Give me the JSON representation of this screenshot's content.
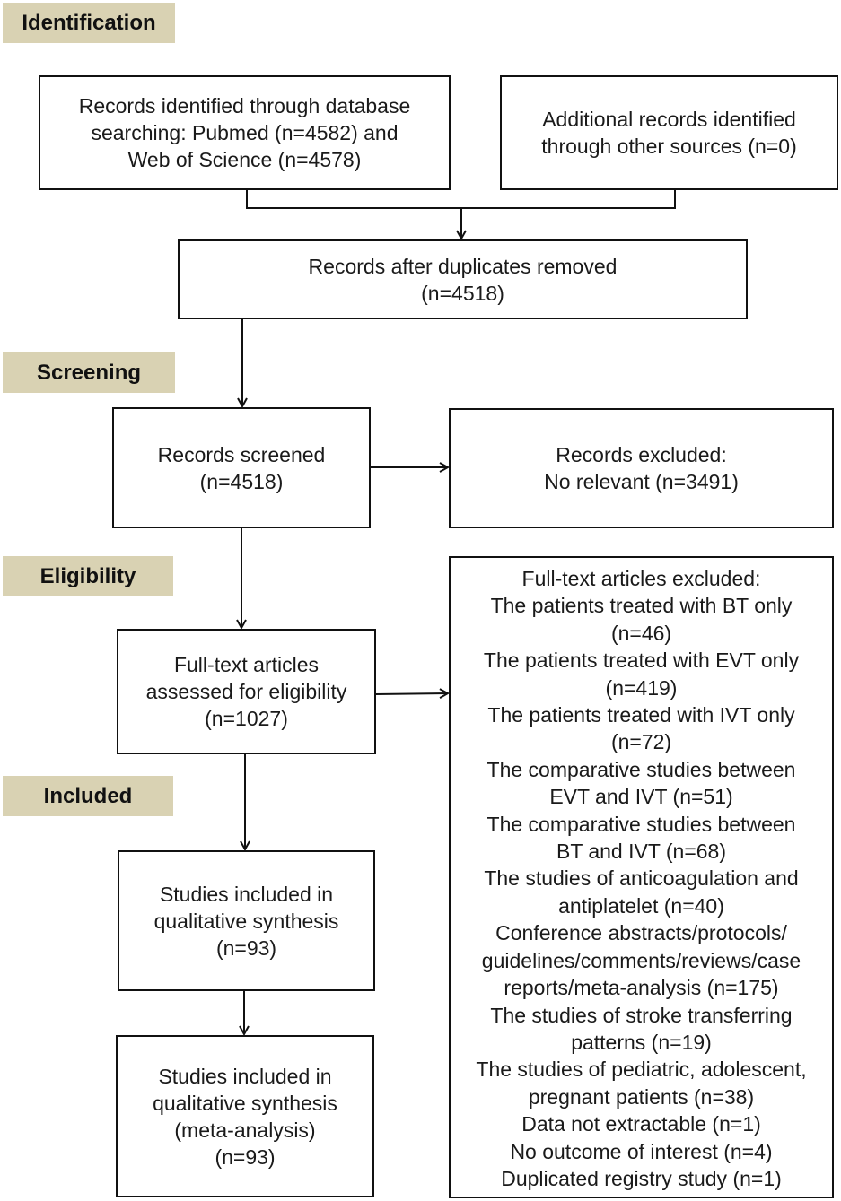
{
  "stages": {
    "identification": "Identification",
    "screening": "Screening",
    "eligibility": "Eligibility",
    "included": "Included"
  },
  "boxes": {
    "records_identified": [
      "Records identified through database",
      "searching: Pubmed (n=4582) and",
      "Web of Science (n=4578)"
    ],
    "additional_records": [
      "Additional records identified",
      "through other sources (n=0)"
    ],
    "after_duplicates": [
      "Records after duplicates removed",
      "(n=4518)"
    ],
    "records_screened": [
      "Records screened",
      "(n=4518)"
    ],
    "records_excluded": [
      "Records excluded:",
      "No relevant (n=3491)"
    ],
    "fulltext_assessed": [
      "Full-text articles",
      "assessed for eligibility",
      "(n=1027)"
    ],
    "fulltext_excluded": [
      "Full-text articles excluded:",
      "The patients treated with BT only",
      "(n=46)",
      "The patients treated with EVT only",
      "(n=419)",
      "The patients treated with IVT only",
      "(n=72)",
      "The comparative studies between",
      "EVT and IVT (n=51)",
      "The comparative studies between",
      "BT and IVT (n=68)",
      "The studies of anticoagulation and",
      "antiplatelet (n=40)",
      "Conference abstracts/protocols/",
      "guidelines/comments/reviews/case",
      "reports/meta-analysis (n=175)",
      "The studies of stroke transferring",
      "patterns (n=19)",
      "The studies of pediatric, adolescent,",
      "pregnant patients (n=38)",
      "Data not extractable (n=1)",
      "No outcome of interest (n=4)",
      "Duplicated registry study (n=1)"
    ],
    "qualitative": [
      "Studies included in",
      "qualitative synthesis",
      "(n=93)"
    ],
    "meta_analysis": [
      "Studies included in",
      "qualitative synthesis",
      "(meta-analysis)",
      "(n=93)"
    ]
  },
  "colors": {
    "stage_fill": "#d9d2b3",
    "line": "#111111"
  }
}
